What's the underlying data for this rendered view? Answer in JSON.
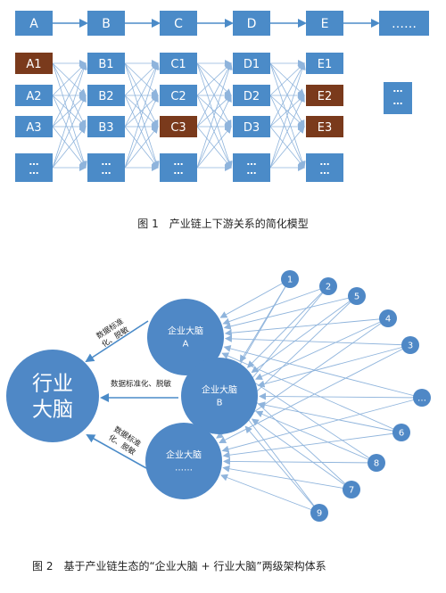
{
  "figure1": {
    "top_row": [
      "A",
      "B",
      "C",
      "D",
      "E",
      "……"
    ],
    "columns": [
      {
        "items": [
          "A1",
          "A2",
          "A3",
          "…"
        ],
        "highlight": [
          0
        ]
      },
      {
        "items": [
          "B1",
          "B2",
          "B3",
          "…"
        ],
        "highlight": []
      },
      {
        "items": [
          "C1",
          "C2",
          "C3",
          "…"
        ],
        "highlight": [
          2
        ]
      },
      {
        "items": [
          "D1",
          "D2",
          "D3",
          "…"
        ],
        "highlight": []
      },
      {
        "items": [
          "E1",
          "E2",
          "E3",
          "…"
        ],
        "highlight": [
          1,
          2
        ]
      }
    ],
    "extra_box": "…\n…",
    "caption": "图 1　产业链上下游关系的简化模型"
  },
  "figure2": {
    "industry_brain": "行业\n大脑",
    "enterprise_a": {
      "title": "企业大脑",
      "sub": "A"
    },
    "enterprise_b": {
      "title": "企业大脑",
      "sub": "B"
    },
    "enterprise_c": {
      "title": "企业大脑",
      "sub": "……"
    },
    "arrow_label_a": "数据标准\n化、脱敏",
    "arrow_label_b": "数据标准化、脱敏",
    "arrow_label_c": "数据标准\n化、脱敏",
    "nodes": [
      "1",
      "2",
      "5",
      "4",
      "3",
      "…",
      "6",
      "8",
      "7",
      "9"
    ],
    "caption": "图 2　基于产业链生态的“企业大脑 + 行业大脑”两级架构体系"
  },
  "colors": {
    "box_blue": "#4b8bc8",
    "box_brown": "#7a3a1c",
    "line_blue": "#8fb4dc",
    "circle_blue": "#4f88c6"
  }
}
